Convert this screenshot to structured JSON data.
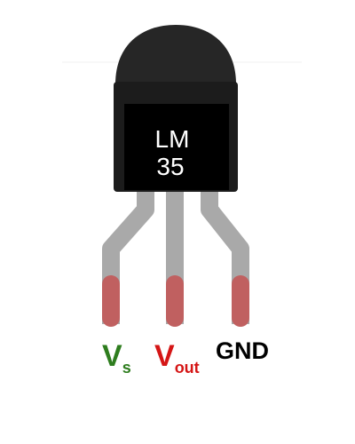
{
  "component": {
    "marking_line1": "LM",
    "marking_line2": "35",
    "body_color": "#1c1c1c",
    "body_top_color": "#262626",
    "lead_color": "#a9a9a9",
    "lead_tip_color": "#c06060"
  },
  "pins": {
    "vs": {
      "main": "V",
      "sub": "s",
      "color": "#2e7d1e"
    },
    "vout": {
      "main": "V",
      "sub": "out",
      "color": "#d51616"
    },
    "gnd": {
      "label": "GND",
      "color": "#000000"
    }
  }
}
